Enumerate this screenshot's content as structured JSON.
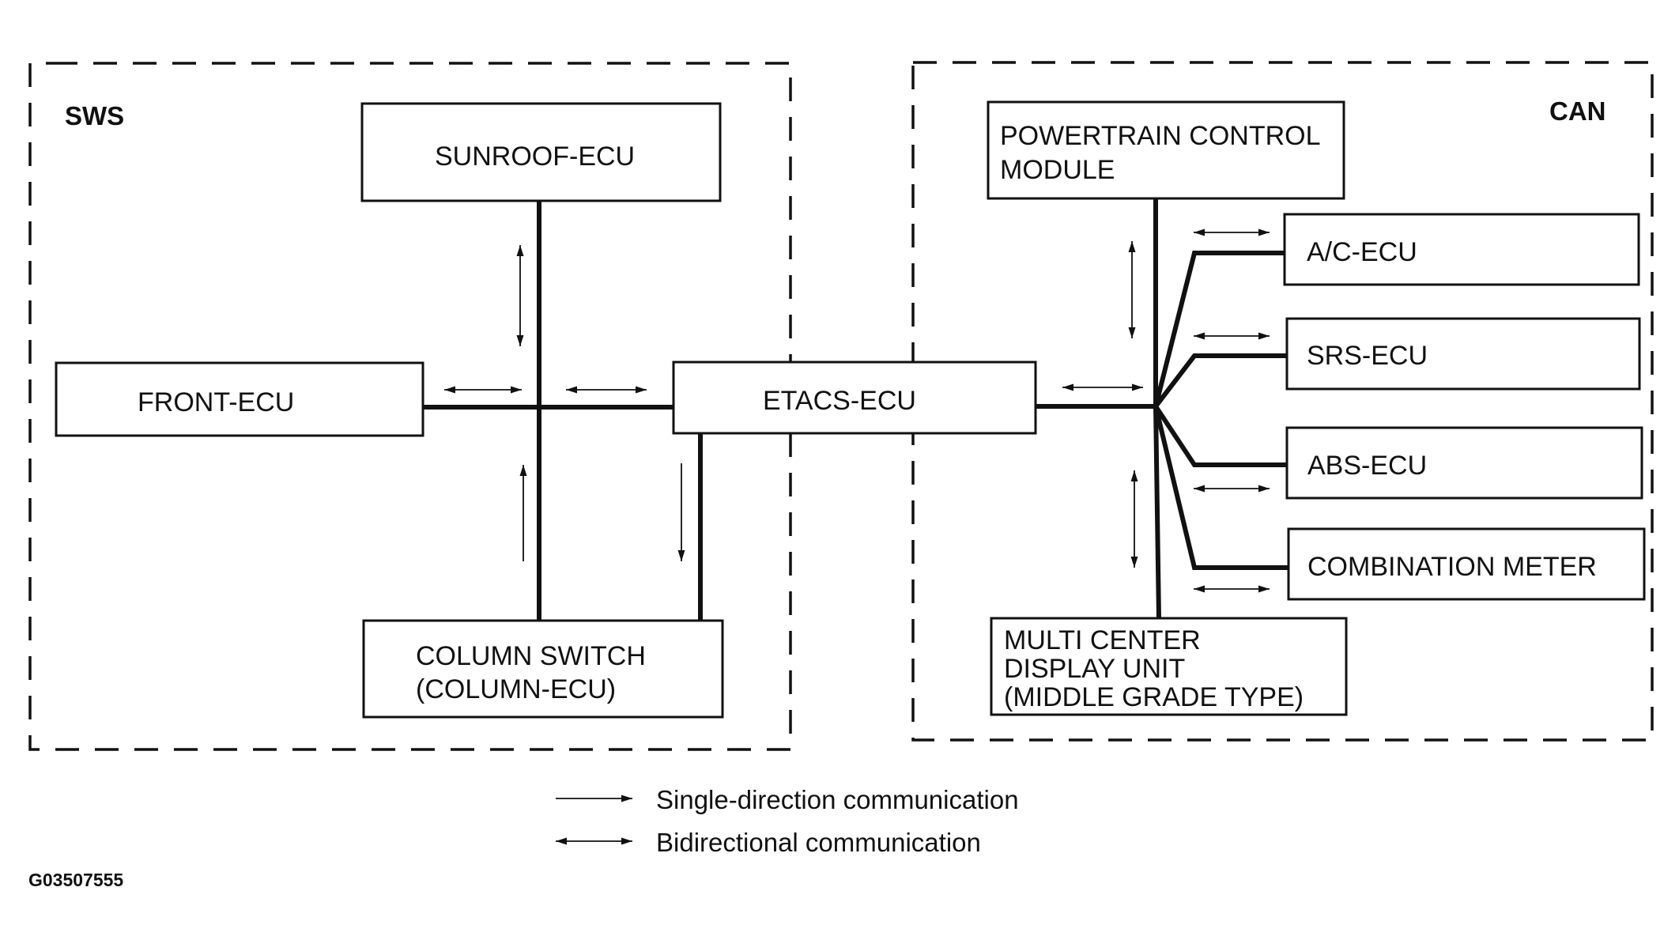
{
  "zones": {
    "sws": "SWS",
    "can": "CAN"
  },
  "ecus": {
    "sunroof": "SUNROOF-ECU",
    "front": "FRONT-ECU",
    "etacs": "ETACS-ECU",
    "column_line1": "COLUMN SWITCH",
    "column_line2": "(COLUMN-ECU)",
    "powertrain_line1": "POWERTRAIN CONTROL",
    "powertrain_line2": "MODULE",
    "ac": "A/C-ECU",
    "srs": "SRS-ECU",
    "abs": "ABS-ECU",
    "combination_meter": "COMBINATION METER",
    "mcdu_line1": "MULTI CENTER",
    "mcdu_line2": "DISPLAY UNIT",
    "mcdu_line3": "(MIDDLE GRADE TYPE)"
  },
  "legend": {
    "single": "Single-direction communication",
    "bidirectional": "Bidirectional communication"
  },
  "figure_id": "G03507555"
}
